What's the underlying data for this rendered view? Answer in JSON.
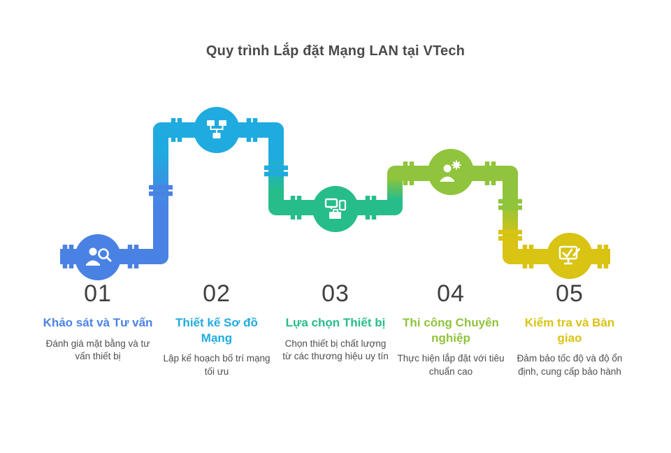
{
  "title": "Quy trình Lắp đặt Mạng LAN tại VTech",
  "steps": [
    {
      "number": "01",
      "title": "Khảo sát và Tư vấn",
      "description": "Đánh giá mặt bằng và tư vấn thiết bị",
      "color": "#4a82e4",
      "icon": "survey-magnifier-icon"
    },
    {
      "number": "02",
      "title": "Thiết kế Sơ đồ Mạng",
      "description": "Lập kế hoạch bố trí mạng tối ưu",
      "color": "#1fabdf",
      "icon": "network-diagram-icon"
    },
    {
      "number": "03",
      "title": "Lựa chọn Thiết bị",
      "description": "Chọn thiết bị chất lượng từ các thương hiệu uy tín",
      "color": "#26bd8b",
      "icon": "devices-icon"
    },
    {
      "number": "04",
      "title": "Thi công Chuyên nghiệp",
      "description": "Thực hiện lắp đặt với tiêu chuẩn cao",
      "color": "#8fc43c",
      "icon": "technician-gear-icon"
    },
    {
      "number": "05",
      "title": "Kiểm tra và Bàn giao",
      "description": "Đảm bảo tốc độ và độ ổn định, cung cấp bảo hành",
      "color": "#d9c313",
      "icon": "monitor-check-icon"
    }
  ]
}
